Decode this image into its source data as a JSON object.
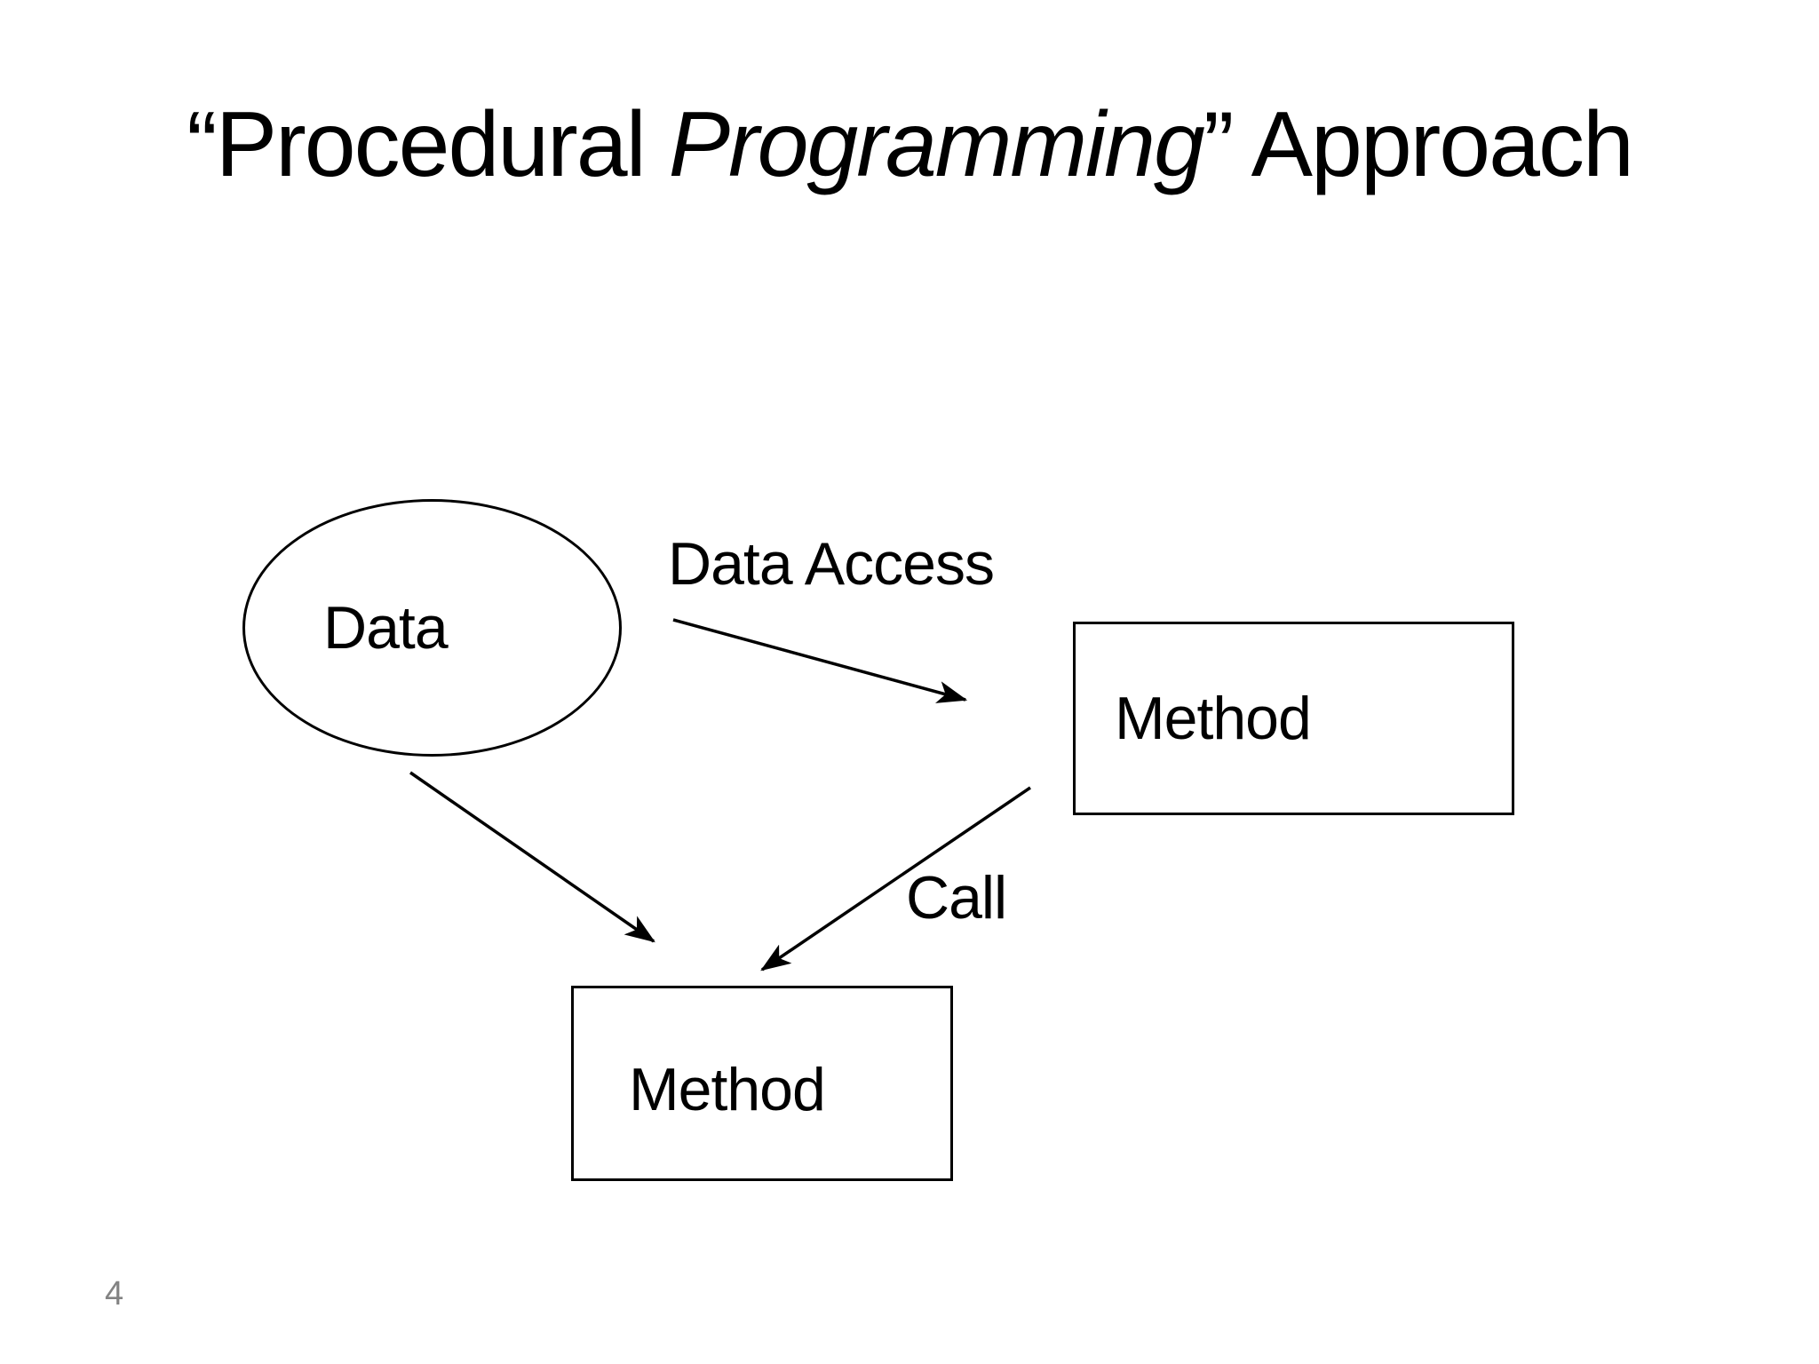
{
  "slide": {
    "title": {
      "pre": "“Procedural ",
      "italic": "Programming",
      "post": "” Approach"
    },
    "page_number": "4",
    "colors": {
      "background": "#ffffff",
      "text": "#000000",
      "shape_stroke": "#000000",
      "page_number": "#838383"
    }
  },
  "diagram": {
    "nodes": [
      {
        "id": "data",
        "shape": "ellipse",
        "label": "Data"
      },
      {
        "id": "method-right",
        "shape": "rect",
        "label": "Method"
      },
      {
        "id": "method-bottom",
        "shape": "rect",
        "label": "Method"
      }
    ],
    "edges": [
      {
        "id": "data-access",
        "from": "data",
        "to": "method-right",
        "label": "Data Access",
        "arrowhead": "stealth"
      },
      {
        "id": "data-to-method-bottom",
        "from": "data",
        "to": "method-bottom",
        "label": "",
        "arrowhead": "stealth"
      },
      {
        "id": "call",
        "from": "method-right",
        "to": "method-bottom",
        "label": "Call",
        "arrowhead": "stealth"
      }
    ]
  }
}
